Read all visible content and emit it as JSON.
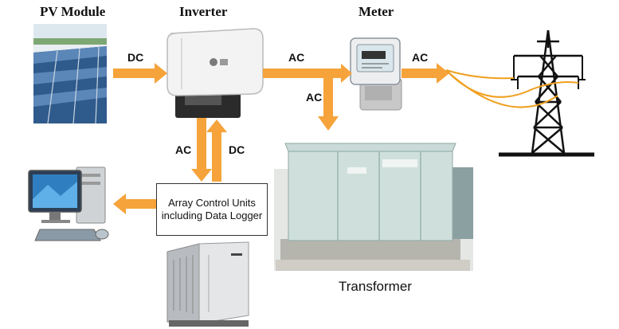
{
  "labels": {
    "pv_module": "PV Module",
    "inverter": "Inverter",
    "meter": "Meter",
    "transformer": "Transformer"
  },
  "flows": {
    "pv_to_inverter": "DC",
    "inverter_to_meter": "AC",
    "meter_to_grid": "AC",
    "down_to_transformer": "AC",
    "inverter_to_controller": "AC",
    "controller_to_inverter": "DC"
  },
  "control_box": {
    "text": "Array Control Units including Data Logger"
  },
  "colors": {
    "arrow": "#f5a33a",
    "wire": "#f0a020",
    "tower": "#111111"
  },
  "icons": [
    "solar-panel-icon",
    "inverter-icon",
    "meter-icon",
    "transmission-tower-icon",
    "computer-icon",
    "transformer-icon",
    "controller-cabinet-icon"
  ]
}
